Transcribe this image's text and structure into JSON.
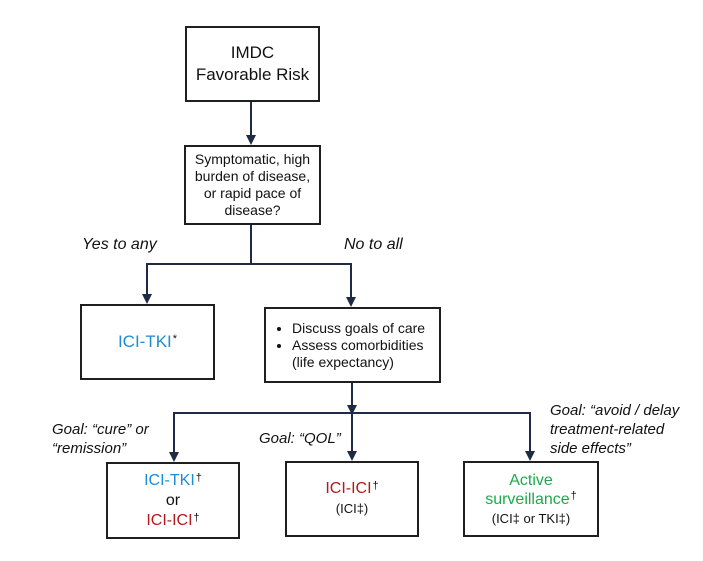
{
  "boxes": {
    "top_line1": "IMDC",
    "top_line2": "Favorable Risk",
    "question_line1": "Symptomatic, high",
    "question_line2": "burden of disease,",
    "question_line3": "or rapid pace of",
    "question_line4": "disease?",
    "ici_tki_left": "ICI-TKI",
    "ici_tki_left_mark": "*",
    "assess_item1": "Discuss goals of care",
    "assess_item2": "Assess comorbidities",
    "assess_item2_cont": "(life expectancy)",
    "cure_line1": "ICI-TKI",
    "cure_line1_mark": "†",
    "cure_or": "or",
    "cure_line2": "ICI-ICI",
    "cure_line2_mark": "†",
    "qol_main": "ICI-ICI",
    "qol_main_mark": "†",
    "qol_sub": "(ICI‡)",
    "avoid_line1": "Active",
    "avoid_line2": "surveillance",
    "avoid_line2_mark": "†",
    "avoid_sub": "(ICI‡ or TKI‡)"
  },
  "labels": {
    "yes": "Yes to any",
    "no": "No to all",
    "goal_cure_line1": "Goal: “cure” or",
    "goal_cure_line2": "“remission”",
    "goal_qol": "Goal: “QOL”",
    "goal_avoid_line1": "Goal: “avoid / delay",
    "goal_avoid_line2": "treatment-related",
    "goal_avoid_line3": "side effects”"
  },
  "colors": {
    "ici_tki": "#1e8bd6",
    "ici_ici": "#b31a1a",
    "surveillance": "#1fa84d",
    "line": "#1f2a44"
  }
}
